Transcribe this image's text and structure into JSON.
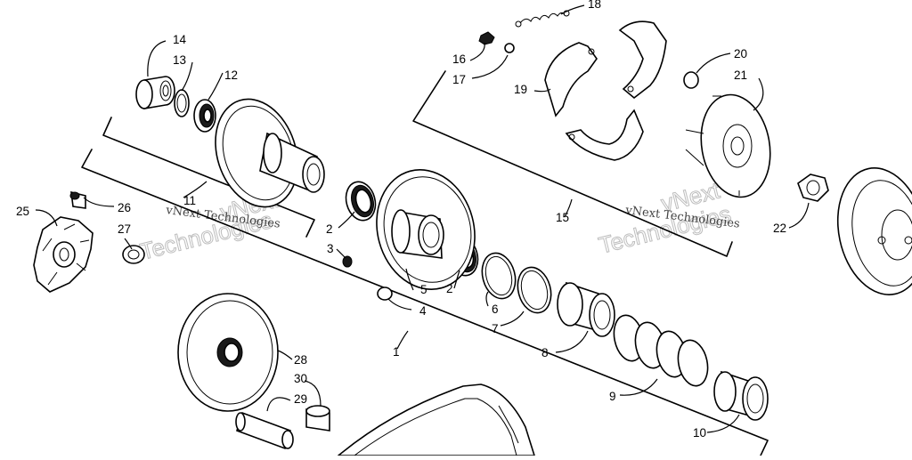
{
  "diagram": {
    "callouts": [
      {
        "id": "c1",
        "label": "1"
      },
      {
        "id": "c2a",
        "label": "2"
      },
      {
        "id": "c2b",
        "label": "2"
      },
      {
        "id": "c3",
        "label": "3"
      },
      {
        "id": "c4",
        "label": "4"
      },
      {
        "id": "c5",
        "label": "5"
      },
      {
        "id": "c6",
        "label": "6"
      },
      {
        "id": "c7",
        "label": "7"
      },
      {
        "id": "c8",
        "label": "8"
      },
      {
        "id": "c9",
        "label": "9"
      },
      {
        "id": "c10",
        "label": "10"
      },
      {
        "id": "c11",
        "label": "11"
      },
      {
        "id": "c12",
        "label": "12"
      },
      {
        "id": "c13",
        "label": "13"
      },
      {
        "id": "c14",
        "label": "14"
      },
      {
        "id": "c15",
        "label": "15"
      },
      {
        "id": "c16",
        "label": "16"
      },
      {
        "id": "c17",
        "label": "17"
      },
      {
        "id": "c18",
        "label": "18"
      },
      {
        "id": "c19",
        "label": "19"
      },
      {
        "id": "c20",
        "label": "20"
      },
      {
        "id": "c21",
        "label": "21"
      },
      {
        "id": "c22",
        "label": "22"
      },
      {
        "id": "c25",
        "label": "25"
      },
      {
        "id": "c26",
        "label": "26"
      },
      {
        "id": "c27",
        "label": "27"
      },
      {
        "id": "c28",
        "label": "28"
      },
      {
        "id": "c29",
        "label": "29"
      },
      {
        "id": "c30",
        "label": "30"
      }
    ],
    "watermarks": [
      {
        "big": "vNext",
        "big2": "Technologies",
        "small": "vNext Technologies"
      },
      {
        "big": "vNext",
        "big2": "Technologies",
        "small": "vNext Technologies"
      }
    ]
  }
}
